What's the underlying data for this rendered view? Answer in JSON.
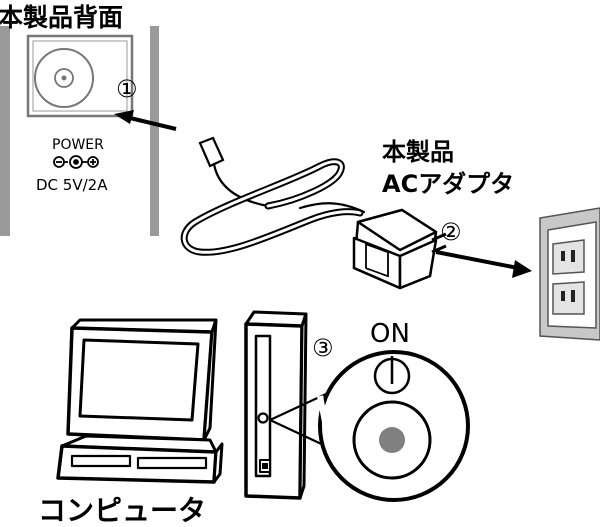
{
  "labels": {
    "rear_title": "本製品背面",
    "power": "POWER",
    "dc_spec": "DC 5V/2A",
    "adapter_line1": "本製品",
    "adapter_line2": "ACアダプタ",
    "computer": "コンピュータ",
    "on": "ON"
  },
  "steps": [
    "①",
    "②",
    "③"
  ],
  "icons": [
    "power-connector-icon",
    "polarity-icon",
    "ac-adapter-icon",
    "wall-outlet-icon",
    "computer-icon",
    "pc-tower-icon",
    "power-button-icon"
  ]
}
